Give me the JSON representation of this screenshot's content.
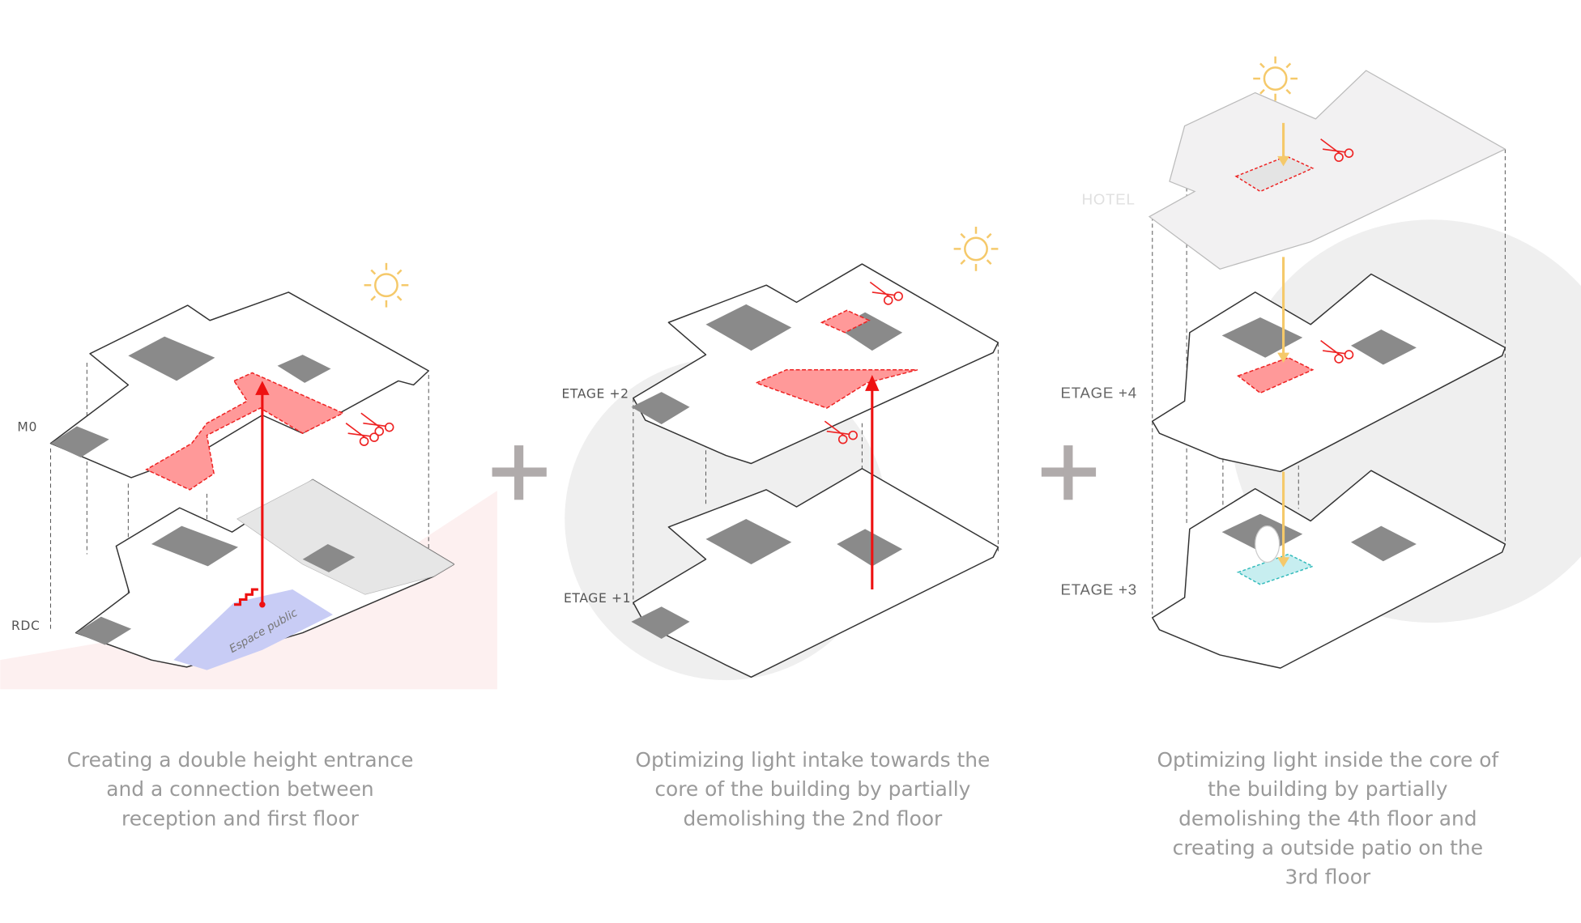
{
  "colors": {
    "cut": "#ee2222",
    "light": "#f5c96a",
    "public_space": "#c8ccf5",
    "patio": "#5cc8cc",
    "plus": "#b0abab"
  },
  "panels": [
    {
      "labels": {
        "upper": "M0",
        "lower": "RDC",
        "zone": "Espace public"
      },
      "caption": [
        "Creating a double height entrance",
        "and a connection between",
        "reception and first floor"
      ]
    },
    {
      "labels": {
        "upper": "ETAGE +2",
        "lower": "ETAGE +1"
      },
      "caption": [
        "Optimizing light intake towards the",
        "core of the building by partially",
        "demolishing the 2nd floor"
      ]
    },
    {
      "labels": {
        "top": "HOTEL",
        "upper": "ETAGE +4",
        "lower": "ETAGE +3"
      },
      "caption": [
        "Optimizing light inside the core of",
        "the building by partially",
        "demolishing the 4th floor and",
        "creating a outside patio on the",
        "3rd floor"
      ]
    }
  ],
  "icons": [
    "sun-icon",
    "scissors-icon",
    "stairs-icon",
    "plus-icon",
    "tree-icon"
  ]
}
